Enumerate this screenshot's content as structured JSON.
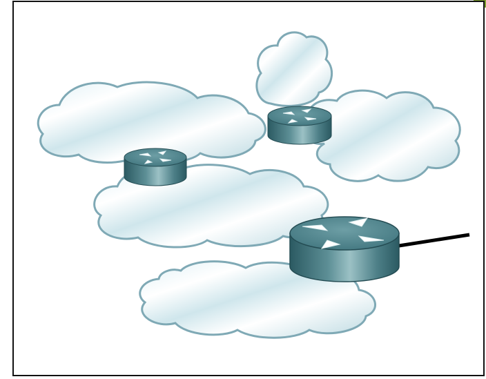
{
  "diagram": {
    "clouds": [
      {
        "id": "cloud-top-small"
      },
      {
        "id": "cloud-left"
      },
      {
        "id": "cloud-right"
      },
      {
        "id": "cloud-middle"
      },
      {
        "id": "cloud-bottom"
      }
    ],
    "routers": [
      {
        "id": "router-top-left",
        "icon": "router-icon"
      },
      {
        "id": "router-top-right",
        "icon": "router-icon"
      },
      {
        "id": "router-large",
        "icon": "router-icon"
      }
    ],
    "links": [
      {
        "id": "uplink-line",
        "from": "router-large",
        "to": "off-page"
      }
    ]
  },
  "colors": {
    "frame_border": "#111111",
    "corner_accent": "#7f9f2f",
    "cloud_light": "#f4fbfd",
    "cloud_mid": "#c9e3ea",
    "cloud_dark": "#7fa9b5",
    "router_top": "#4f868f",
    "router_side_dark": "#2b5a62",
    "router_side_light": "#8db3b8",
    "link": "#000000"
  }
}
